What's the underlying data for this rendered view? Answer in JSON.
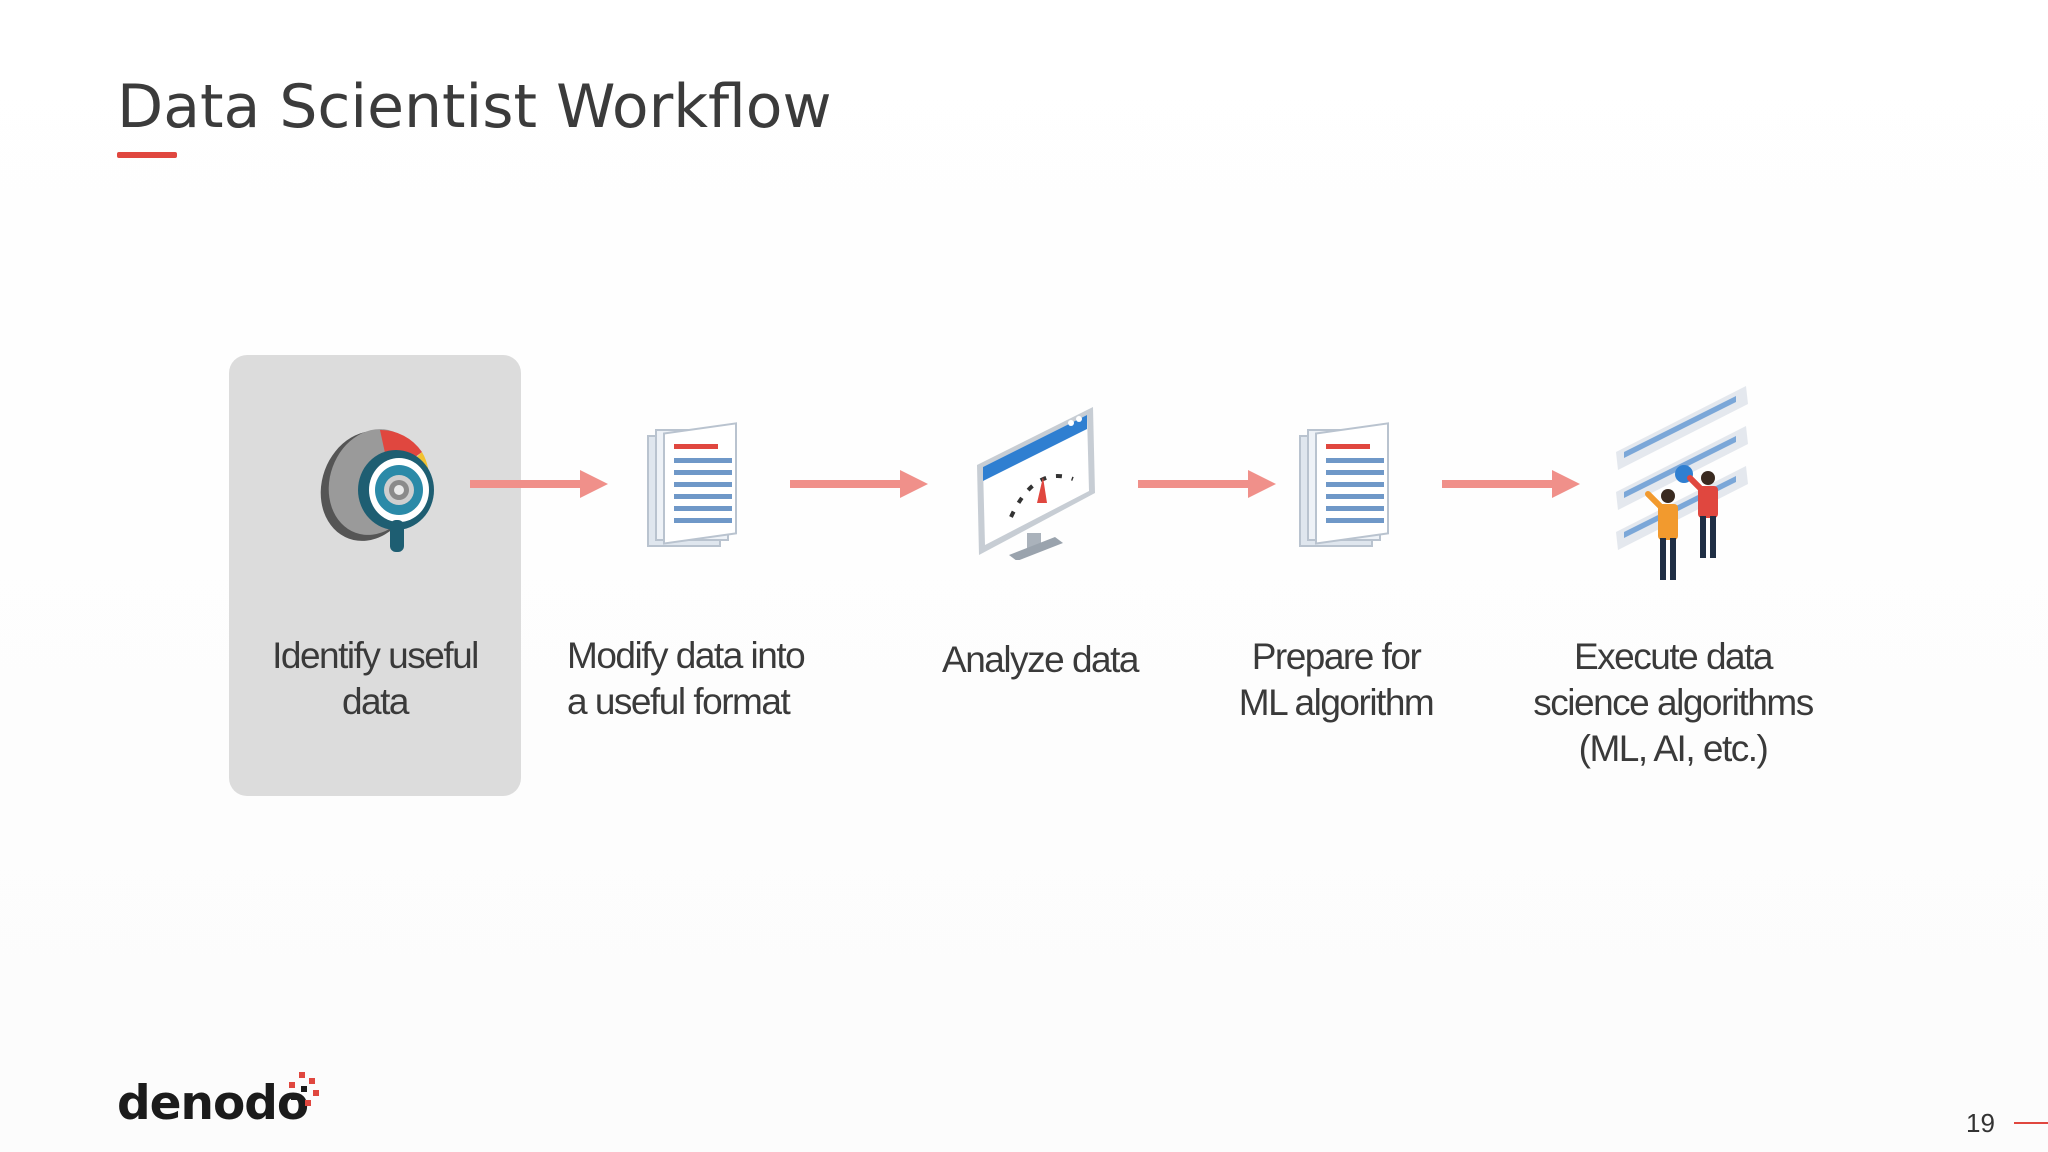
{
  "slide": {
    "title": "Data Scientist Workflow",
    "page_number": "19",
    "logo_text": "denodo",
    "accent_color": "#e0473f",
    "arrow_color": "#f0908a",
    "highlight_color": "#dcdcdc"
  },
  "steps": [
    {
      "line1": "Identify useful",
      "line2": "data",
      "line3": "",
      "icon": "magnifier-pie-icon",
      "highlighted": true
    },
    {
      "line1": "Modify data into",
      "line2": "a useful format",
      "line3": "",
      "icon": "document-stack-icon",
      "highlighted": false
    },
    {
      "line1": "Analyze data",
      "line2": "",
      "line3": "",
      "icon": "monitor-gauge-icon",
      "highlighted": false
    },
    {
      "line1": "Prepare for",
      "line2": "ML algorithm",
      "line3": "",
      "icon": "document-stack-icon",
      "highlighted": false
    },
    {
      "line1": "Execute data",
      "line2": "science algorithms",
      "line3": "(ML, AI, etc.)",
      "icon": "people-dashboard-icon",
      "highlighted": false
    }
  ]
}
